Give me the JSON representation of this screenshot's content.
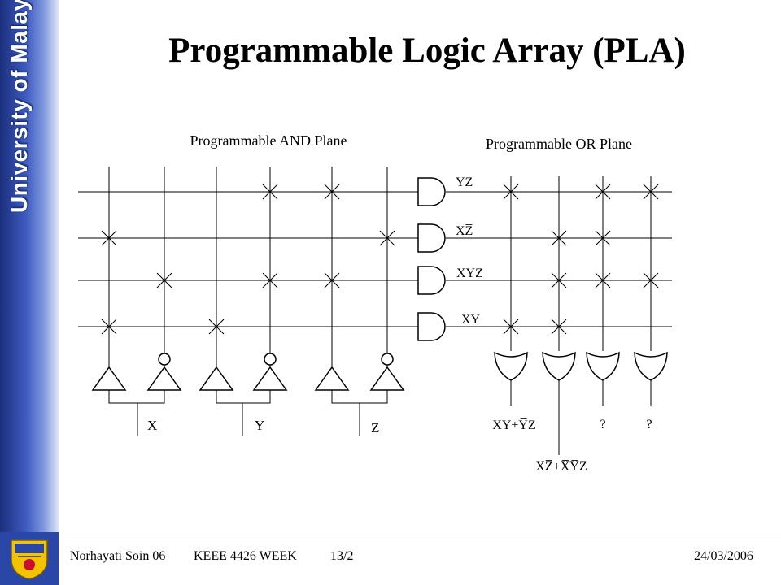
{
  "sidebar": {
    "text": "University of Malaya"
  },
  "title": "Programmable Logic Array (PLA)",
  "diagram": {
    "and_plane_label": "Programmable AND Plane",
    "or_plane_label": "Programmable OR Plane",
    "inputs": [
      "X",
      "Y",
      "Z"
    ],
    "product_terms": [
      {
        "label": "Y̅Z"
      },
      {
        "label": "XZ̅"
      },
      {
        "label": "X̅Y̅Z"
      },
      {
        "label": "XY"
      }
    ],
    "and_connections": [
      [
        3,
        4
      ],
      [
        0,
        5
      ],
      [
        1,
        3,
        4
      ],
      [
        0,
        2
      ]
    ],
    "or_connections": [
      [
        0,
        3
      ],
      [
        1,
        2,
        3
      ],
      [
        0,
        1,
        2
      ],
      [
        0,
        2
      ]
    ],
    "outputs": [
      {
        "label": "XY+Y̅Z"
      },
      {
        "label": "XZ̅+X̅Y̅Z"
      },
      {
        "label": "?"
      },
      {
        "label": "?"
      }
    ]
  },
  "footer": {
    "author": "Norhayati Soin 06",
    "course": "KEEE 4426 WEEK",
    "page": "13/2",
    "date": "24/03/2006"
  },
  "colors": {
    "sidebar": "#2f4eb4",
    "crest_yellow": "#f2c400",
    "crest_red": "#c8102e"
  }
}
